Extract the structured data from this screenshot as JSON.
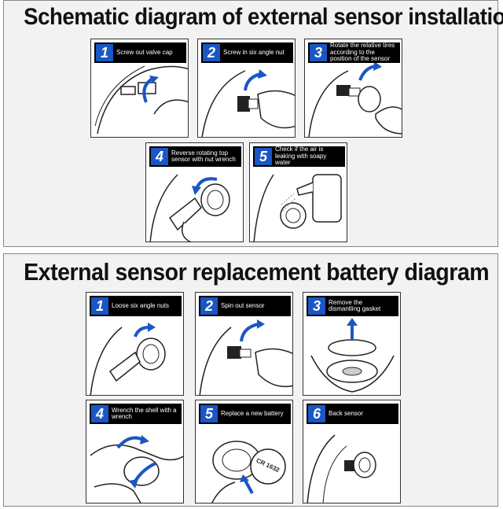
{
  "section1": {
    "title": "Schematic diagram of external sensor installation",
    "steps": [
      {
        "num": "1",
        "label": "Screw out valve cap",
        "icon": "valve-cap-icon"
      },
      {
        "num": "2",
        "label": "Screw in six angle nut",
        "icon": "hex-nut-icon"
      },
      {
        "num": "3",
        "label": "Rotate the relative tires according to the position of the sensor",
        "icon": "sensor-rotate-icon"
      },
      {
        "num": "4",
        "label": "Reverse rotating top sensor with nut wrench",
        "icon": "wrench-icon"
      },
      {
        "num": "5",
        "label": "Check if the air is leaking with soapy water",
        "icon": "spray-bottle-icon"
      }
    ]
  },
  "section2": {
    "title": "External sensor replacement battery diagram",
    "steps": [
      {
        "num": "1",
        "label": "Loose six angle nuts",
        "icon": "wrench-icon"
      },
      {
        "num": "2",
        "label": "Spin out sensor",
        "icon": "sensor-icon"
      },
      {
        "num": "3",
        "label": "Remove the dismantling gasket",
        "icon": "gasket-icon"
      },
      {
        "num": "4",
        "label": "Wrench the shell with a wrench",
        "icon": "shell-wrench-icon"
      },
      {
        "num": "5",
        "label": "Replace a new battery",
        "icon": "battery-icon",
        "battery_text": "CR 1632"
      },
      {
        "num": "6",
        "label": "Back sensor",
        "icon": "sensor-icon"
      }
    ]
  },
  "colors": {
    "badge": "#1a56c4",
    "header": "#000000",
    "arrow": "#1a56c4"
  }
}
